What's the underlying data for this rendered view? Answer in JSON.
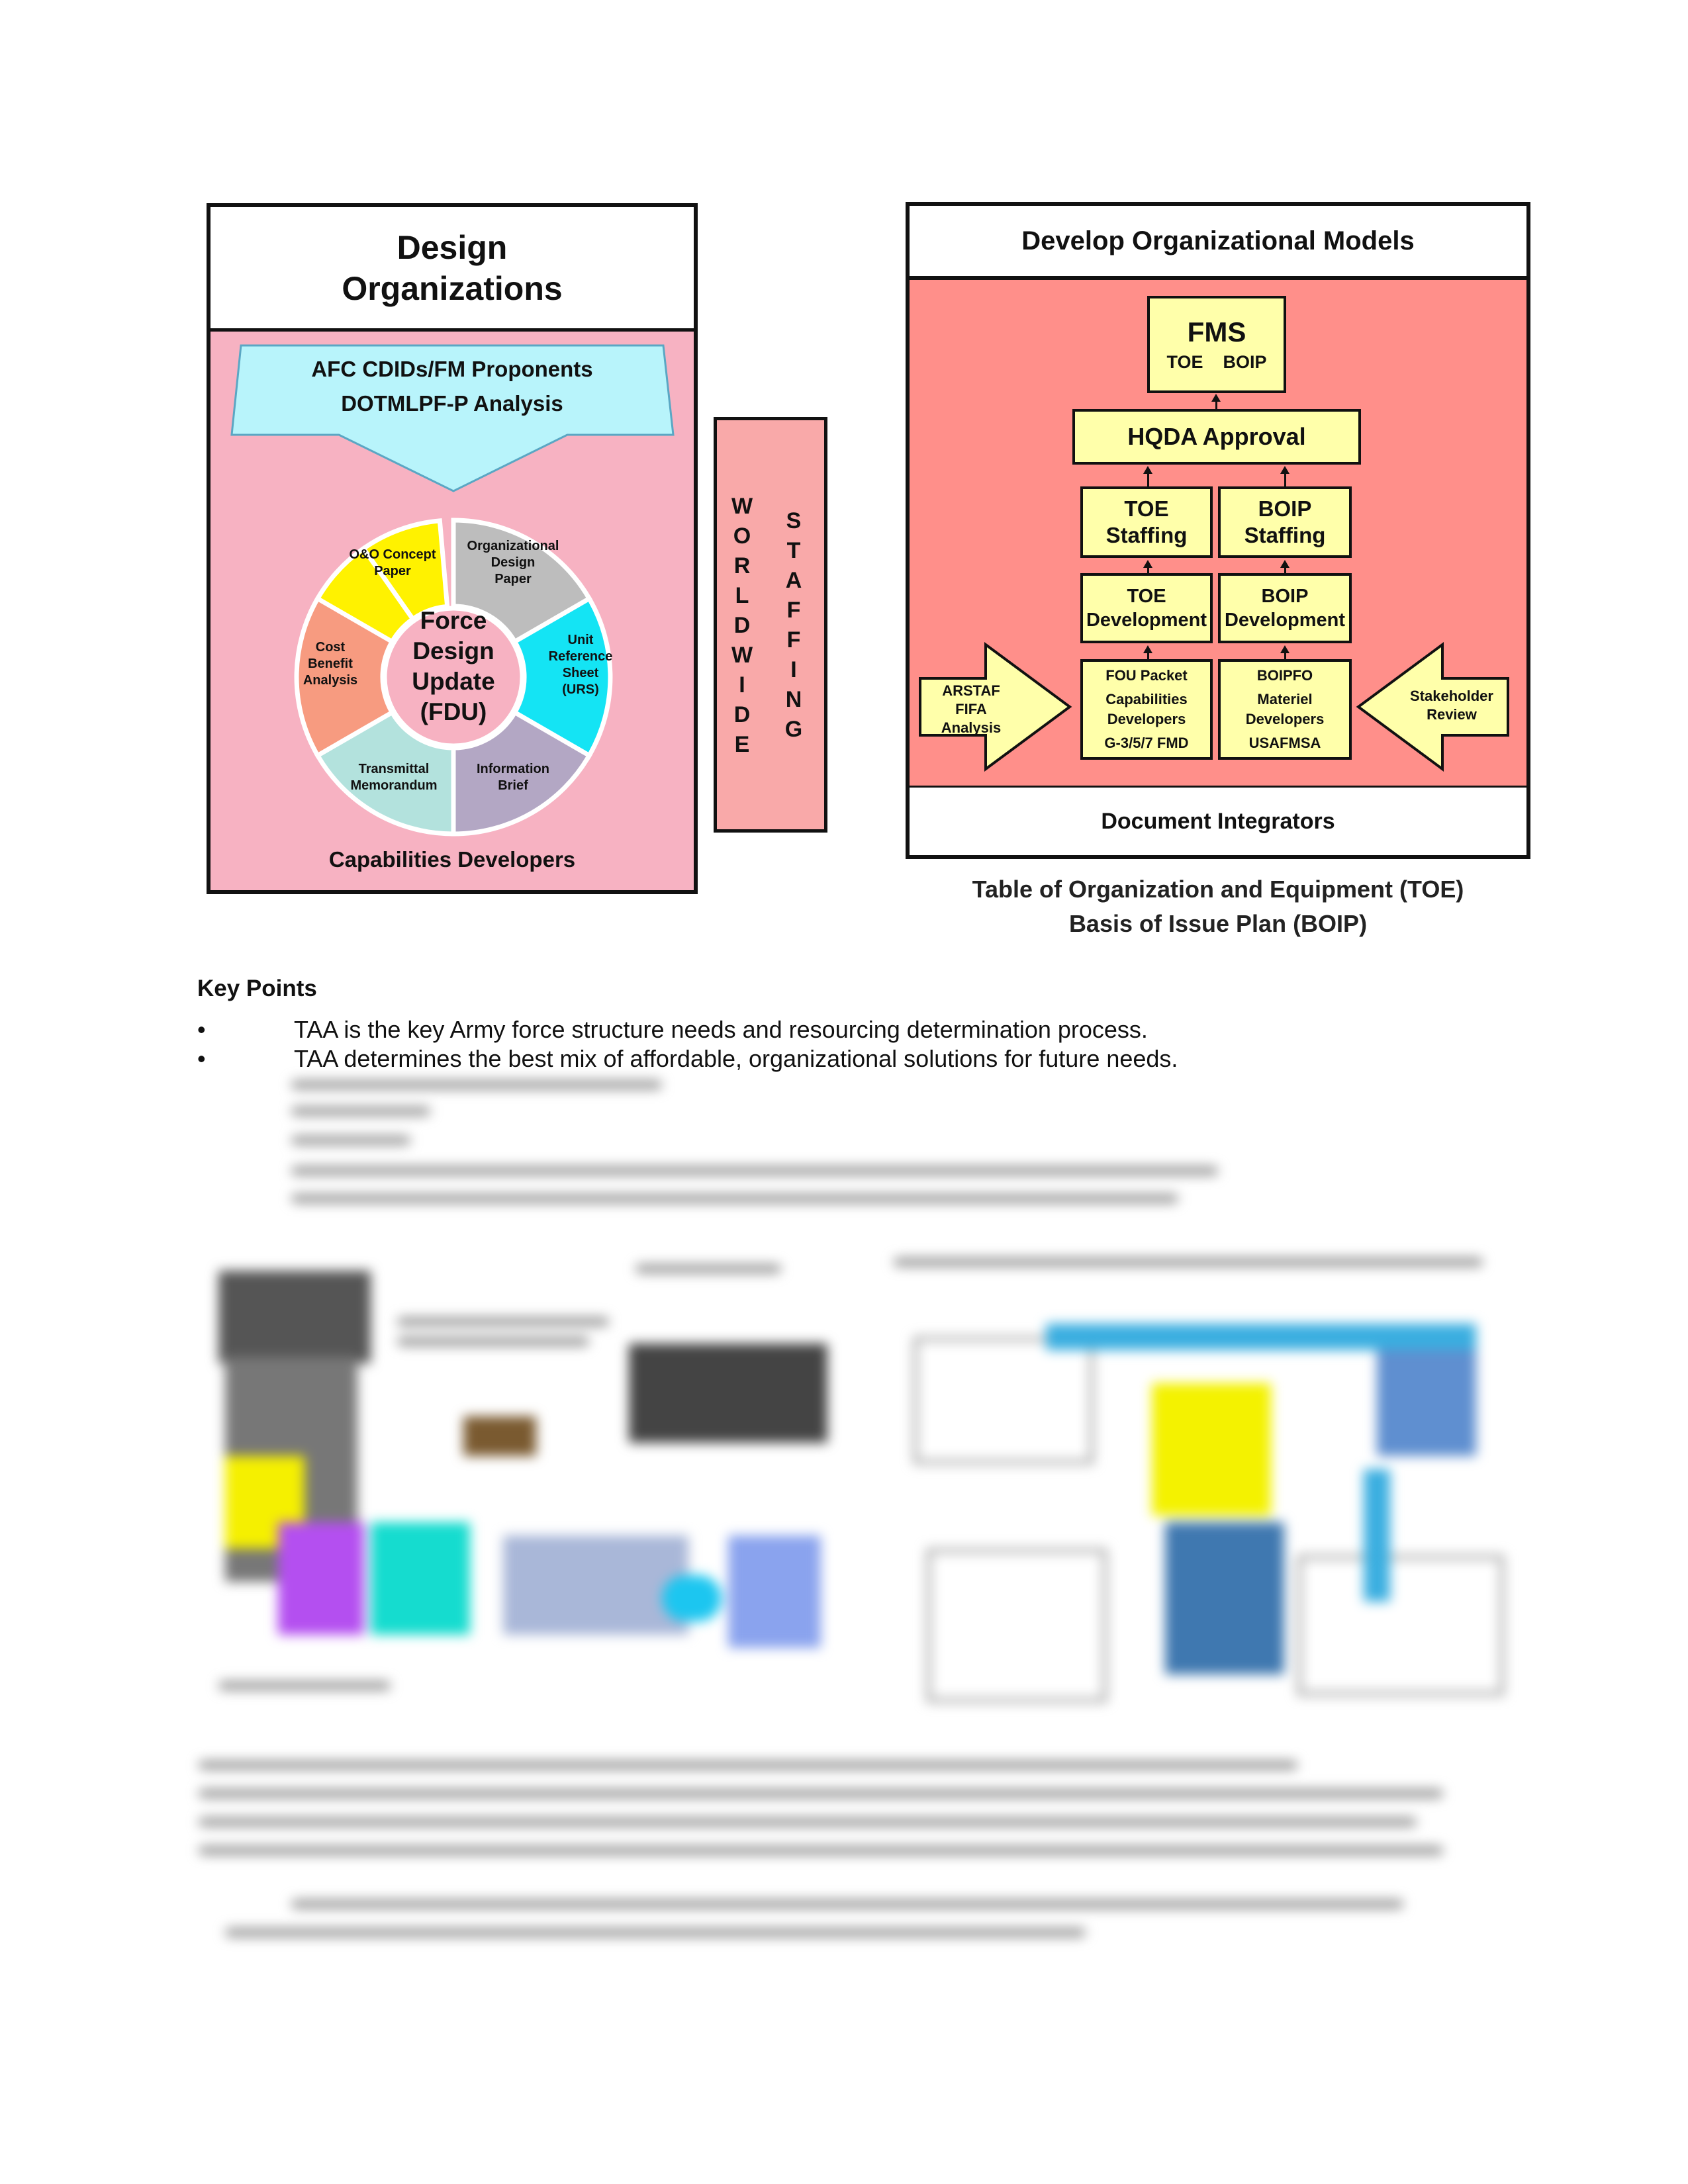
{
  "design_org": {
    "title_line1": "Design",
    "title_line2": "Organizations",
    "banner_line1": "AFC CDIDs/FM Proponents",
    "banner_line2": "DOTMLPF-P Analysis",
    "center_line1": "Force",
    "center_line2": "Design",
    "center_line3": "Update",
    "center_line4": "(FDU)",
    "segments": {
      "oo": [
        "O&O Concept",
        "Paper"
      ],
      "org": [
        "Organizational",
        "Design",
        "Paper"
      ],
      "urs": [
        "Unit",
        "Reference",
        "Sheet",
        "(URS)"
      ],
      "info": [
        "Information",
        "Brief"
      ],
      "trans": [
        "Transmittal",
        "Memorandum"
      ],
      "cost": [
        "Cost",
        "Benefit",
        "Analysis"
      ]
    },
    "footer": "Capabilities Developers",
    "colors": {
      "panel": "#f7b2c2",
      "banner": "#b8f4fb",
      "oo": "#fff200",
      "org": "#bdbdbd",
      "urs": "#14e4f4",
      "info": "#b3a7c4",
      "trans": "#b3e2dd",
      "cost": "#f79b80",
      "center": "#f7b2c2"
    }
  },
  "worldwide": {
    "left": [
      "W",
      "O",
      "R",
      "L",
      "D",
      "W",
      "I",
      "D",
      "E"
    ],
    "right": [
      "S",
      "T",
      "A",
      "F",
      "F",
      "I",
      "N",
      "G"
    ]
  },
  "dev_models": {
    "title": "Develop Organizational Models",
    "fms": "FMS",
    "fms_sub": "TOE    BOIP",
    "hqda": "HQDA Approval",
    "toe_staff": [
      "TOE",
      "Staffing"
    ],
    "boip_staff": [
      "BOIP",
      "Staffing"
    ],
    "toe_dev": [
      "TOE",
      "Development"
    ],
    "boip_dev": [
      "BOIP",
      "Development"
    ],
    "fou": [
      "FOU Packet",
      "Capabilities",
      "Developers",
      "G-3/5/7 FMD"
    ],
    "boipfo": [
      "BOIPFO",
      "Materiel",
      "Developers",
      "USAFMSA"
    ],
    "arstaf": [
      "ARSTAF",
      "FIFA",
      "Analysis"
    ],
    "stakeholder": [
      "Stakeholder",
      "Review"
    ],
    "footer": "Document Integrators",
    "colors": {
      "panel": "#ff8f8a",
      "box": "#ffffaa"
    }
  },
  "caption": {
    "line1": "Table of Organization and Equipment (TOE)",
    "line2": "Basis of Issue Plan (BOIP)"
  },
  "key_points": {
    "title": "Key Points",
    "bullets": [
      "TAA is the key Army force structure needs and resourcing determination process.",
      "TAA determines the best mix of affordable, organizational solutions for future needs."
    ],
    "bullet_glyph": "•"
  }
}
